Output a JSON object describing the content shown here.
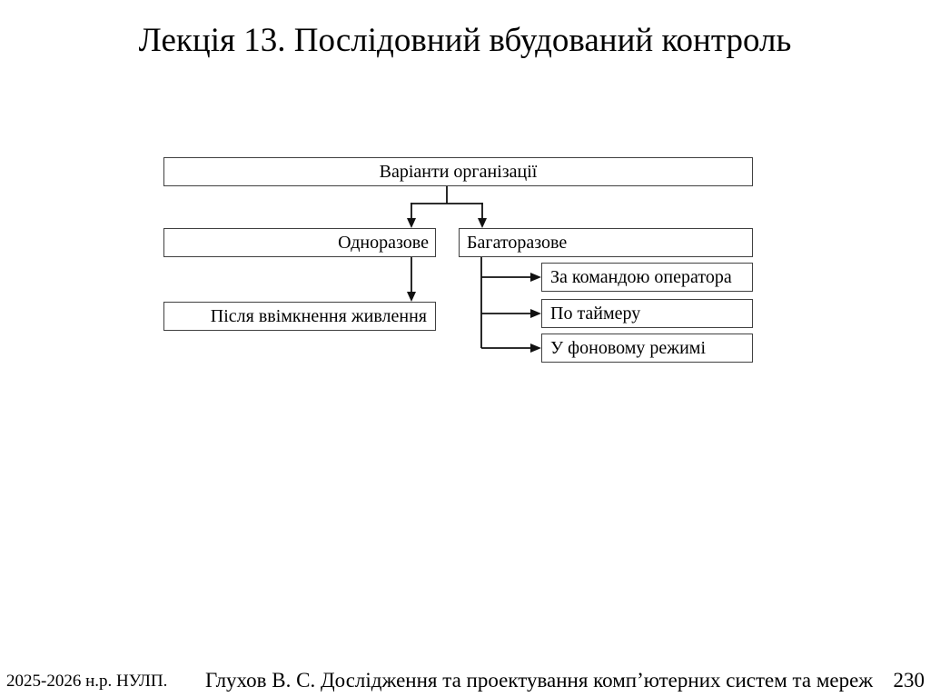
{
  "title": "Лекція 13. Послідовний вбудований контроль",
  "diagram": {
    "root": {
      "label": "Варіанти організації"
    },
    "left_branch": {
      "label": "Одноразове",
      "child": {
        "label": "Після ввімкнення живлення"
      }
    },
    "right_branch": {
      "label": "Багаторазове",
      "children": [
        {
          "label": "За командою оператора"
        },
        {
          "label": "По таймеру"
        },
        {
          "label": "У фоновому режимі"
        }
      ]
    }
  },
  "footer": {
    "left": "2025-2026 н.р. НУЛП.",
    "center": "Глухов В. С. Дослідження та проектування комп’ютерних систем та мереж",
    "page_number": "230"
  },
  "colors": {
    "background": "#ffffff",
    "box_border": "#404040",
    "connector": "#111111",
    "text": "#000000"
  }
}
